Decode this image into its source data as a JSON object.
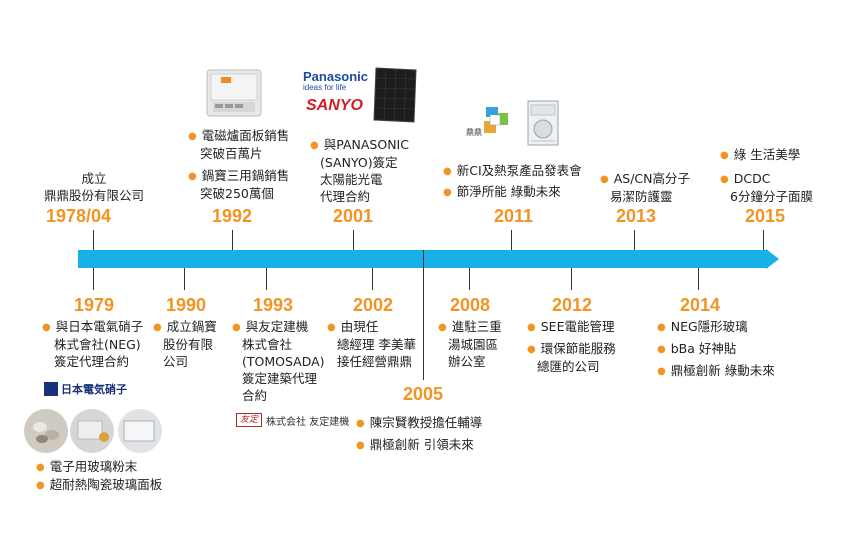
{
  "events_top": [
    {
      "year": "1978/04",
      "lines": [
        "成立",
        "鼎鼎股份有限公司"
      ]
    },
    {
      "year": "1992",
      "bullets": [
        [
          "電磁爐面板銷售",
          "突破百萬片"
        ],
        [
          "鍋寶三用鍋銷售",
          "突破250萬個"
        ]
      ]
    },
    {
      "year": "2001",
      "bullets": [
        [
          "與PANASONIC",
          "(SANYO)簽定",
          "太陽能光電",
          "代理合約"
        ]
      ]
    },
    {
      "year": "2011",
      "bullets": [
        [
          "新CI及熱泵產品發表會"
        ],
        [
          "節淨所能 綠動未來"
        ]
      ]
    },
    {
      "year": "2013",
      "bullets": [
        [
          "AS/CN高分子",
          "易潔防護靈"
        ]
      ]
    },
    {
      "year": "2015",
      "bullets": [
        [
          "綠 生活美學"
        ],
        [
          "DCDC",
          "6分鐘分子面膜"
        ]
      ]
    }
  ],
  "events_bottom": [
    {
      "year": "1979",
      "bullets": [
        [
          "與日本電氣硝子",
          "株式會社(NEG)",
          "簽定代理合約"
        ]
      ]
    },
    {
      "year": "1990",
      "bullets": [
        [
          "成立鍋寶",
          "股份有限",
          "公司"
        ]
      ]
    },
    {
      "year": "1993",
      "bullets": [
        [
          "與友定建機",
          "株式會社",
          "(TOMOSADA)",
          "簽定建築代理",
          "合約"
        ]
      ]
    },
    {
      "year": "2002",
      "bullets": [
        [
          "由現任",
          "總經理 李美華",
          "接任經營鼎鼎"
        ]
      ]
    },
    {
      "year": "2005",
      "bullets": [
        [
          "陳宗賢教授擔任輔導"
        ],
        [
          "鼎極創新 引領未來"
        ]
      ]
    },
    {
      "year": "2008",
      "bullets": [
        [
          "進駐三重",
          "湯城園區",
          "辦公室"
        ]
      ]
    },
    {
      "year": "2012",
      "bullets": [
        [
          "SEE電能管理"
        ],
        [
          "環保節能服務",
          "總匯的公司"
        ]
      ]
    },
    {
      "year": "2014",
      "bullets": [
        [
          "NEG隱形玻璃"
        ],
        [
          "bBa 好神貼"
        ],
        [
          "鼎極創新 綠動未來"
        ]
      ]
    }
  ],
  "extra_1979": [
    [
      "電子用玻璃粉末"
    ],
    [
      "超耐熱陶瓷玻璃面板"
    ]
  ],
  "logos": {
    "neg": "日本電気硝子",
    "panasonic": "Panasonic",
    "panasonic_tag": "ideas for life",
    "sanyo": "SANYO",
    "dingding": "鼎鼎",
    "tomosada_mark": "友定",
    "tomosada_text": "株式会社 友定建機"
  },
  "colors": {
    "accent": "#f29423",
    "bar": "#18b1e7"
  }
}
